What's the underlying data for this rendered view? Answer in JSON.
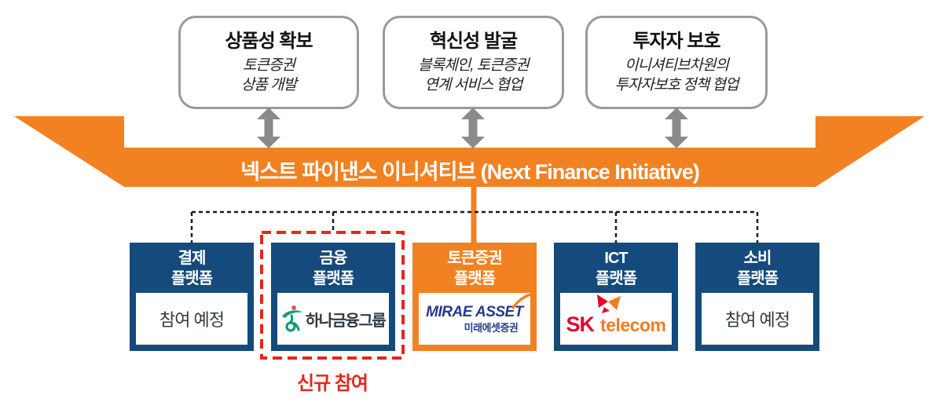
{
  "top_boxes": [
    {
      "title": "상품성 확보",
      "line1": "토큰증권",
      "line2": "상품 개발"
    },
    {
      "title": "혁신성 발굴",
      "line1": "블록체인, 토큰증권",
      "line2": "연계 서비스 협업"
    },
    {
      "title": "투자자 보호",
      "line1": "이니셔티브차원의",
      "line2": "투자자보호 정책 협업"
    }
  ],
  "banner": {
    "label": "넥스트 파이낸스 이니셔티브 (Next Finance Initiative)"
  },
  "platforms": [
    {
      "line1": "결제",
      "line2": "플랫폼",
      "content": "참여 예정"
    },
    {
      "line1": "금융",
      "line2": "플랫폼"
    },
    {
      "line1": "토큰증권",
      "line2": "플랫폼"
    },
    {
      "line1": "ICT",
      "line2": "플랫폼"
    },
    {
      "line1": "소비",
      "line2": "플랫폼",
      "content": "참여 예정"
    }
  ],
  "logos": {
    "hana": {
      "name": "하나금융그룹"
    },
    "mirae": {
      "line1": "MIRAE ASSET",
      "line2": "미래에셋증권"
    },
    "sk": {
      "word1": "SK",
      "word2": "telecom"
    }
  },
  "badge": {
    "label": "신규 참여"
  },
  "colors": {
    "orange": "#f28122",
    "navy": "#144a7c",
    "red_dashed": "#e8251c",
    "arrow_gray": "#8a8a8a",
    "card_border_gray": "#9a9a9a"
  }
}
